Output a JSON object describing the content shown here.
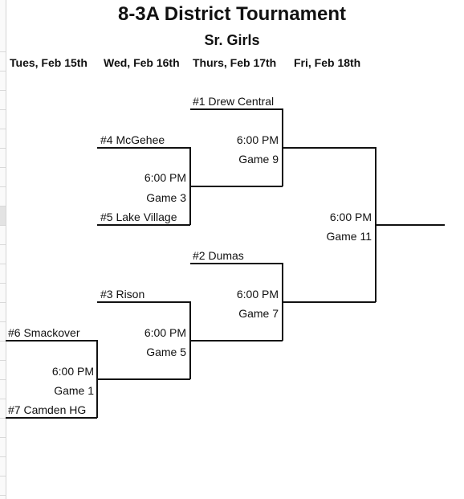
{
  "title": "8-3A District Tournament",
  "subtitle": "Sr. Girls",
  "days": [
    "Tues, Feb 15th",
    "Wed, Feb 16th",
    "Thurs, Feb 17th",
    "Fri, Feb 18th"
  ],
  "teams": {
    "drew_central": "#1 Drew Central",
    "mcgehee": "#4 McGehee",
    "lake_village": "#5 Lake Village",
    "dumas": "#2 Dumas",
    "rison": "#3 Rison",
    "smackover": "#6 Smackover",
    "camden": "#7 Camden HG"
  },
  "games": {
    "g1": {
      "time": "6:00 PM",
      "label": "Game 1"
    },
    "g3": {
      "time": "6:00 PM",
      "label": "Game 3"
    },
    "g5": {
      "time": "6:00 PM",
      "label": "Game 5"
    },
    "g7": {
      "time": "6:00 PM",
      "label": "Game 7"
    },
    "g9": {
      "time": "6:00 PM",
      "label": "Game 9"
    },
    "g11": {
      "time": "6:00 PM",
      "label": "Game 11"
    }
  }
}
